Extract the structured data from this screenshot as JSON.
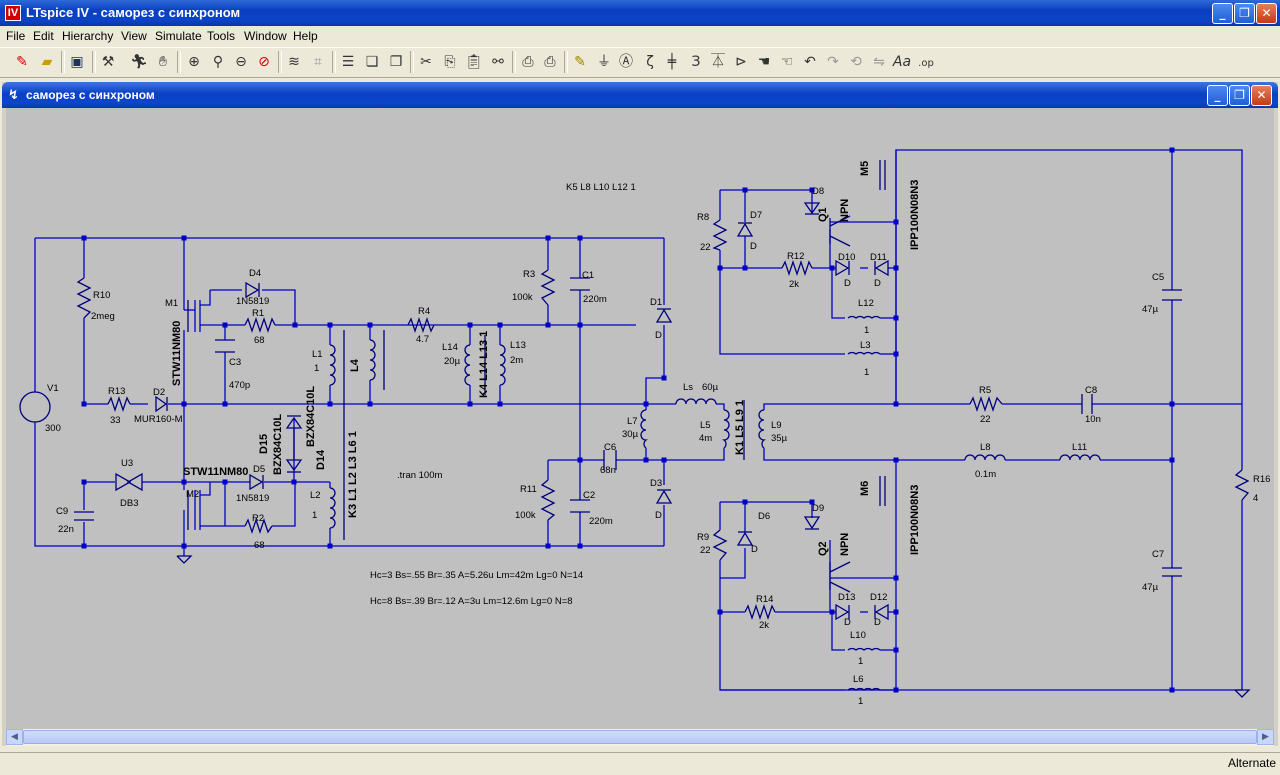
{
  "app": {
    "title": "LTspice IV - саморез с синхроном",
    "icon_label": "IV",
    "window_buttons": [
      "minimize-icon",
      "maximize-icon",
      "close-icon"
    ]
  },
  "menu": [
    "File",
    "Edit",
    "Hierarchy",
    "View",
    "Simulate",
    "Tools",
    "Window",
    "Help"
  ],
  "toolbar": {
    "icons": [
      "new-schematic-icon",
      "open-icon",
      "save-icon",
      "control-panel-icon",
      "run-icon",
      "halt-icon",
      "zoom-in-icon",
      "zoom-pan-icon",
      "zoom-out-icon",
      "zoom-cancel-icon",
      "autorange-icon",
      "fit-icon",
      "tile-horizontal-icon",
      "cascade-icon",
      "close-all-icon",
      "cut-icon",
      "copy-icon",
      "paste-icon",
      "find-icon",
      "print-setup-icon",
      "print-icon",
      "wire-icon",
      "ground-icon",
      "label-icon",
      "resistor-icon",
      "capacitor-icon",
      "inductor-icon",
      "diode-icon",
      "component-icon",
      "move-icon",
      "drag-icon",
      "undo-icon",
      "redo-icon",
      "rotate-icon",
      "mirror-icon",
      "text-icon",
      "spice-directive-icon"
    ]
  },
  "child": {
    "title": "саморез с синхроном"
  },
  "schematic": {
    "labels": [
      {
        "id": "k-directive",
        "text": "K5 L8 L10 L12 1"
      },
      {
        "id": "r10",
        "text": "R10"
      },
      {
        "id": "r10v",
        "text": "2meg"
      },
      {
        "id": "v1",
        "text": "V1"
      },
      {
        "id": "v1v",
        "text": "300"
      },
      {
        "id": "r13",
        "text": "R13"
      },
      {
        "id": "r13v",
        "text": "33"
      },
      {
        "id": "d2",
        "text": "D2"
      },
      {
        "id": "d2v",
        "text": "MUR160-M"
      },
      {
        "id": "m1",
        "text": "M1"
      },
      {
        "id": "m1v",
        "text": "STW11NM80"
      },
      {
        "id": "d4",
        "text": "D4"
      },
      {
        "id": "d4v",
        "text": "1N5819"
      },
      {
        "id": "r1",
        "text": "R1"
      },
      {
        "id": "r1v",
        "text": "68"
      },
      {
        "id": "c3",
        "text": "C3"
      },
      {
        "id": "c3v",
        "text": "470p"
      },
      {
        "id": "l1",
        "text": "L1"
      },
      {
        "id": "l1v",
        "text": "1"
      },
      {
        "id": "l4",
        "text": "L4"
      },
      {
        "id": "r4",
        "text": "R4"
      },
      {
        "id": "r4v",
        "text": "4.7"
      },
      {
        "id": "l14",
        "text": "L14"
      },
      {
        "id": "l14v",
        "text": "20µ"
      },
      {
        "id": "k4",
        "text": "K4 L14 L13 1"
      },
      {
        "id": "l13",
        "text": "L13"
      },
      {
        "id": "l13v",
        "text": "2m"
      },
      {
        "id": "r3",
        "text": "R3"
      },
      {
        "id": "r3v",
        "text": "100k"
      },
      {
        "id": "c1",
        "text": "C1"
      },
      {
        "id": "c1v",
        "text": "220m"
      },
      {
        "id": "d1",
        "text": "D1"
      },
      {
        "id": "d1v",
        "text": "D"
      },
      {
        "id": "ls",
        "text": "Ls"
      },
      {
        "id": "lsv",
        "text": "60µ"
      },
      {
        "id": "l7",
        "text": "L7"
      },
      {
        "id": "l7v",
        "text": "30µ"
      },
      {
        "id": "l5",
        "text": "L5"
      },
      {
        "id": "l5v",
        "text": "4m"
      },
      {
        "id": "k1",
        "text": "K1 L5 L9 1"
      },
      {
        "id": "l9",
        "text": "L9"
      },
      {
        "id": "l9v",
        "text": "35µ"
      },
      {
        "id": "d15",
        "text": "D15"
      },
      {
        "id": "d15v",
        "text": "BZX84C10L"
      },
      {
        "id": "d14",
        "text": "D14"
      },
      {
        "id": "d14v",
        "text": "BZX84C10L"
      },
      {
        "id": "k3",
        "text": "K3 L1 L2 L3 L6 1"
      },
      {
        "id": "u3",
        "text": "U3"
      },
      {
        "id": "u3v",
        "text": "DB3"
      },
      {
        "id": "m2v",
        "text": "STW11NM80"
      },
      {
        "id": "m2",
        "text": "M2"
      },
      {
        "id": "d5",
        "text": "D5"
      },
      {
        "id": "d5v",
        "text": "1N5819"
      },
      {
        "id": "r2",
        "text": "R2"
      },
      {
        "id": "r2v",
        "text": "68"
      },
      {
        "id": "l2",
        "text": "L2"
      },
      {
        "id": "l2v",
        "text": "1"
      },
      {
        "id": "c9",
        "text": "C9"
      },
      {
        "id": "c9v",
        "text": "22n"
      },
      {
        "id": "tran",
        "text": ".tran 100m"
      },
      {
        "id": "r11",
        "text": "R11"
      },
      {
        "id": "r11v",
        "text": "100k"
      },
      {
        "id": "c6",
        "text": "C6"
      },
      {
        "id": "c6v",
        "text": "68n"
      },
      {
        "id": "c2",
        "text": "C2"
      },
      {
        "id": "c2v",
        "text": "220m"
      },
      {
        "id": "d3",
        "text": "D3"
      },
      {
        "id": "d3v",
        "text": "D"
      },
      {
        "id": "core1",
        "text": "Hc=3 Bs=.55 Br=.35 A=5.26u Lm=42m Lg=0 N=14"
      },
      {
        "id": "core2",
        "text": "Hc=8 Bs=.39 Br=.12 A=3u Lm=12.6m Lg=0 N=8"
      },
      {
        "id": "m5",
        "text": "M5"
      },
      {
        "id": "m5v",
        "text": "IPP100N08N3"
      },
      {
        "id": "r8",
        "text": "R8"
      },
      {
        "id": "r8v",
        "text": "22"
      },
      {
        "id": "d7",
        "text": "D7"
      },
      {
        "id": "d7v",
        "text": "D"
      },
      {
        "id": "d8",
        "text": "D8"
      },
      {
        "id": "q1",
        "text": "Q1"
      },
      {
        "id": "q1v",
        "text": "NPN"
      },
      {
        "id": "r12",
        "text": "R12"
      },
      {
        "id": "r12v",
        "text": "2k"
      },
      {
        "id": "d10",
        "text": "D10"
      },
      {
        "id": "d10v",
        "text": "D"
      },
      {
        "id": "d11",
        "text": "D11"
      },
      {
        "id": "d11v",
        "text": "D"
      },
      {
        "id": "l12",
        "text": "L12"
      },
      {
        "id": "l12v",
        "text": "1"
      },
      {
        "id": "l3",
        "text": "L3"
      },
      {
        "id": "l3v",
        "text": "1"
      },
      {
        "id": "c5",
        "text": "C5"
      },
      {
        "id": "c5v",
        "text": "47µ"
      },
      {
        "id": "r5",
        "text": "R5"
      },
      {
        "id": "r5v",
        "text": "22"
      },
      {
        "id": "c8",
        "text": "C8"
      },
      {
        "id": "c8v",
        "text": "10n"
      },
      {
        "id": "l8",
        "text": "L8"
      },
      {
        "id": "l8v",
        "text": "0.1m"
      },
      {
        "id": "l11",
        "text": "L11"
      },
      {
        "id": "r16",
        "text": "R16"
      },
      {
        "id": "r16v",
        "text": "4"
      },
      {
        "id": "m6",
        "text": "M6"
      },
      {
        "id": "m6v",
        "text": "IPP100N08N3"
      },
      {
        "id": "r9",
        "text": "R9"
      },
      {
        "id": "r9v",
        "text": "22"
      },
      {
        "id": "d6",
        "text": "D6"
      },
      {
        "id": "d6v",
        "text": "D"
      },
      {
        "id": "d9",
        "text": "D9"
      },
      {
        "id": "q2",
        "text": "Q2"
      },
      {
        "id": "q2v",
        "text": "NPN"
      },
      {
        "id": "r14",
        "text": "R14"
      },
      {
        "id": "r14v",
        "text": "2k"
      },
      {
        "id": "d13",
        "text": "D13"
      },
      {
        "id": "d13v",
        "text": "D"
      },
      {
        "id": "d12",
        "text": "D12"
      },
      {
        "id": "d12v",
        "text": "D"
      },
      {
        "id": "l10",
        "text": "L10"
      },
      {
        "id": "l10v",
        "text": "1"
      },
      {
        "id": "l6",
        "text": "L6"
      },
      {
        "id": "l6v",
        "text": "1"
      },
      {
        "id": "c7",
        "text": "C7"
      },
      {
        "id": "c7v",
        "text": "47µ"
      }
    ]
  },
  "status": {
    "mode": "Alternate"
  },
  "colors": {
    "wire": "#0000c8",
    "component": "#000080",
    "label": "#000000",
    "canvas": "#c0c0c0",
    "junction": "#0000c8"
  }
}
